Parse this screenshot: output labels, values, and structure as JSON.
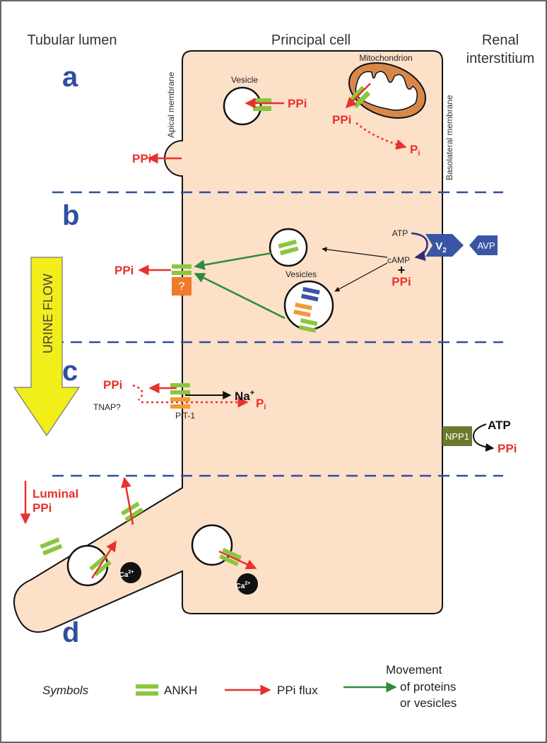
{
  "headers": {
    "left": "Tubular lumen",
    "center": "Principal cell",
    "right_line1": "Renal",
    "right_line2": "interstitium"
  },
  "membranes": {
    "apical": "Apical membrane",
    "basolateral": "Basolateral membrane"
  },
  "panels": [
    "a",
    "b",
    "c",
    "d"
  ],
  "panel_a": {
    "vesicle_label": "Vesicle",
    "vesicle_ppi": "PPi",
    "mitochondrion_label": "Mitochondrion",
    "mito_ppi": "PPi",
    "pi": "P",
    "pi_sub": "i",
    "secreted_ppi": "PPi"
  },
  "panel_b": {
    "atp": "ATP",
    "camp": "cAMP",
    "plus": "+",
    "ppi": "PPi",
    "receptor": "V",
    "receptor_sub": "2",
    "hormone": "AVP",
    "vesicles_label": "Vesicles",
    "unknown_transporter": "?",
    "out_ppi": "PPi"
  },
  "urine_flow": "URINE FLOW",
  "panel_c": {
    "ppi": "PPi",
    "tnap": "TNAP?",
    "na": "Na",
    "na_sup": "+",
    "pi": "P",
    "pi_sub": "i",
    "pit1": "PiT-1",
    "npp1": "NPP1",
    "atp": "ATP",
    "npp1_ppi": "PPi"
  },
  "panel_d": {
    "luminal_line1": "Luminal",
    "luminal_line2": "PPi",
    "calcium": "Ca",
    "calcium_sup": "2+"
  },
  "legend": {
    "title": "Symbols",
    "ankh": "ANKH",
    "ppi_flux": "PPi flux",
    "movement_line1": "Movement",
    "movement_line2": "of proteins",
    "movement_line3": "or vesicles"
  },
  "colors": {
    "cell_fill": "#fce0c8",
    "ankh": "#8cc63f",
    "flux": "#e8312e",
    "movement": "#2e8b3a",
    "panel_letter": "#2e4fa0",
    "receptor": "#3a55a4",
    "urine_arrow": "#f2ee1a",
    "mito_fill": "#d8874a",
    "transporter": "#f07a2a",
    "npp1": "#6b7a2e",
    "pit1": "#f39a35",
    "divider": "#2e4fa0"
  }
}
